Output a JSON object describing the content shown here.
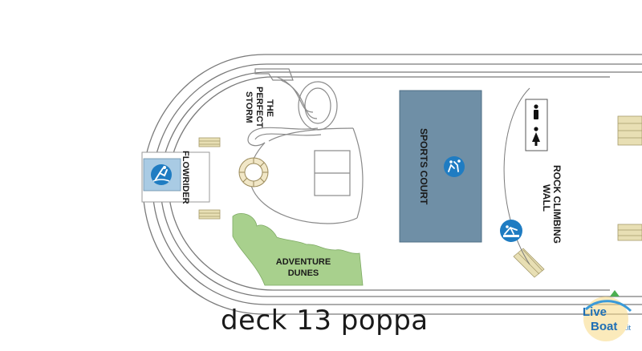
{
  "labels": {
    "perfect_storm": [
      "THE",
      "PERFECT",
      "STORM"
    ],
    "flowrider": "FLOWRIDER",
    "sports_court": "SPORTS COURT",
    "rock_climbing_wall": [
      "ROCK CLIMBING",
      "WALL"
    ],
    "adventure_dunes": [
      "ADVENTURE",
      "DUNES"
    ]
  },
  "caption": "deck 13 poppa",
  "logo": {
    "text_line1": "Live",
    "text_line2": "Boat",
    "suffix": ".it"
  },
  "icons": [
    "surfer-icon",
    "basketball-players-icon",
    "climber-icon",
    "man-restroom-icon",
    "woman-restroom-icon"
  ],
  "colors": {
    "hull_line": "#6e6e6e",
    "sports_court": "#6f8fa6",
    "flowrider_pool": "#a9cbe4",
    "dunes": "#a8d08d",
    "deck_chairs": "#d9cfa0",
    "icon_circle": "#1f7cc2"
  }
}
